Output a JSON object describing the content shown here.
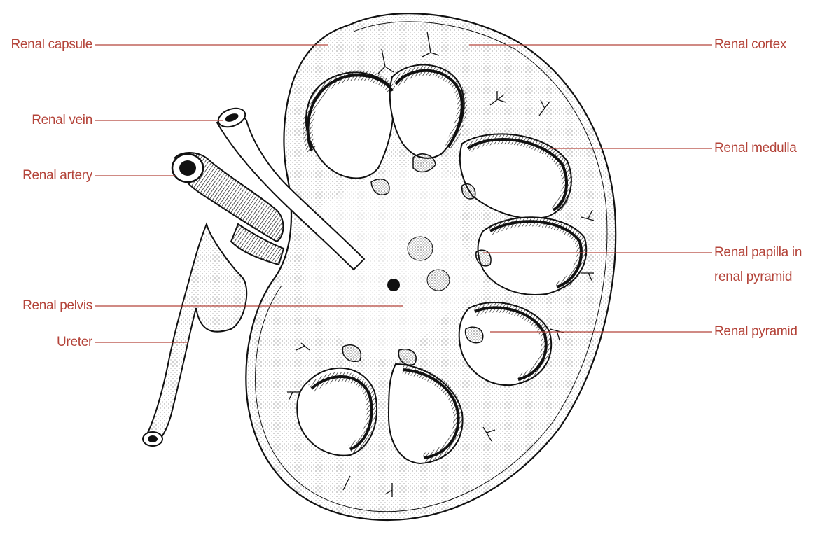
{
  "diagram": {
    "label_color": "#b4443a",
    "labels_left": [
      {
        "id": "renal-capsule",
        "text": "Renal capsule"
      },
      {
        "id": "renal-vein",
        "text": "Renal vein"
      },
      {
        "id": "renal-artery",
        "text": "Renal artery"
      },
      {
        "id": "renal-pelvis",
        "text": "Renal pelvis"
      },
      {
        "id": "ureter",
        "text": "Ureter"
      }
    ],
    "labels_right": [
      {
        "id": "renal-cortex",
        "text": "Renal cortex"
      },
      {
        "id": "renal-medulla",
        "text": "Renal medulla"
      },
      {
        "id": "renal-papilla",
        "text_line1": "Renal papilla in",
        "text_line2": "renal pyramid"
      },
      {
        "id": "renal-pyramid",
        "text": "Renal pyramid"
      }
    ]
  }
}
